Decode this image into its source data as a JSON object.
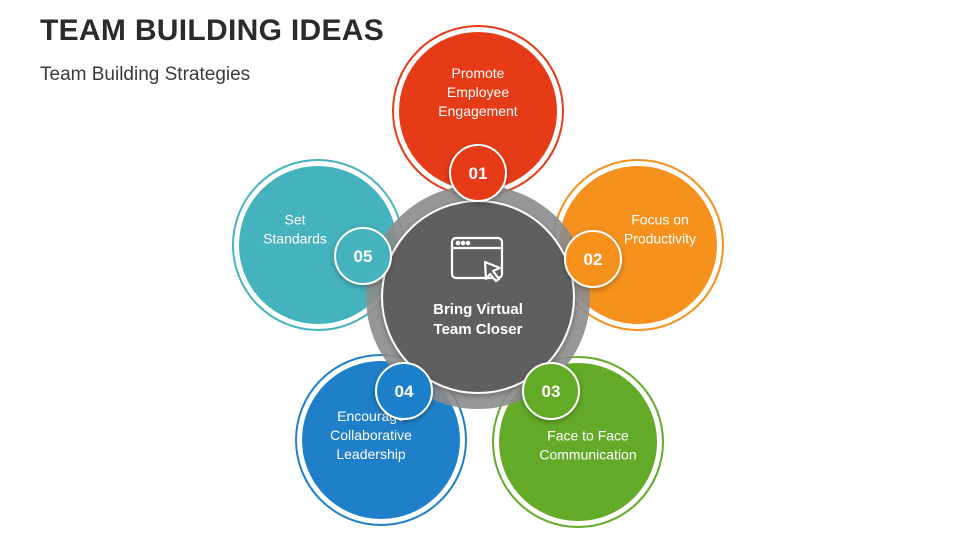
{
  "header": {
    "title": "TEAM BUILDING IDEAS",
    "subtitle": "Team Building Strategies"
  },
  "center": {
    "lines": [
      "Bring Virtual",
      "Team Closer"
    ],
    "icon": "browser-cursor-icon",
    "color": "#5f5f5f"
  },
  "items": [
    {
      "number": "01",
      "lines": [
        "Promote",
        "Employee",
        "Engagement"
      ],
      "color": "#e63b17"
    },
    {
      "number": "02",
      "lines": [
        "Focus on",
        "Productivity"
      ],
      "color": "#f6911e"
    },
    {
      "number": "03",
      "lines": [
        "Face to Face",
        "Communication"
      ],
      "color": "#63aa28"
    },
    {
      "number": "04",
      "lines": [
        "Encourage",
        "Collaborative",
        "Leadership"
      ],
      "color": "#1f7fc9"
    },
    {
      "number": "05",
      "lines": [
        "Set",
        "Standards"
      ],
      "color": "#45b3bd"
    }
  ]
}
